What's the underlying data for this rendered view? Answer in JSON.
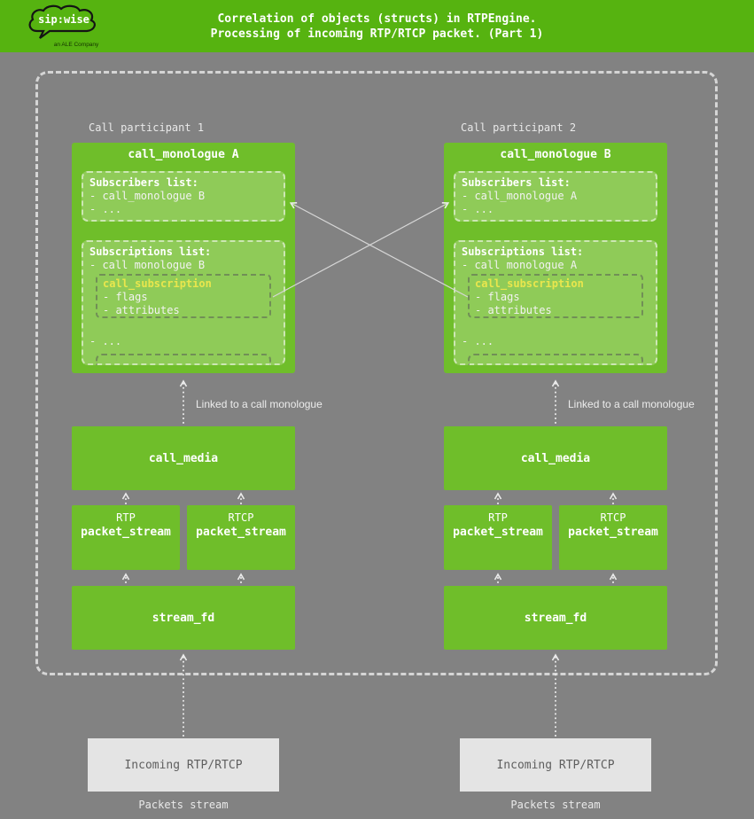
{
  "header": {
    "title_line1": "Correlation of objects (structs) in RTPEngine.",
    "title_line2": "Processing of incoming RTP/RTCP packet. (Part 1)",
    "logo_text": "sip:wise",
    "logo_subtext": "an ALE Company"
  },
  "colors": {
    "header_green": "#56b310",
    "box_green": "#6fbe2a",
    "inner_green": "#8fcb58",
    "subscription_yellow": "#e9e64d",
    "background_gray": "#828282",
    "incoming_gray": "#e4e4e4"
  },
  "participants": [
    {
      "label": "Call participant 1",
      "monologue_title": "call_monologue A",
      "subscribers": {
        "title": "Subscribers list:",
        "items": [
          "- call_monologue B",
          "- ..."
        ]
      },
      "subscriptions": {
        "title": "Subscriptions list:",
        "items": [
          "- call monologue B"
        ],
        "subscription": {
          "title": "call_subscription",
          "items": [
            "- flags",
            "- attributes"
          ]
        },
        "ellipsis": "- ..."
      },
      "linked_label": "Linked to a call monologue",
      "media_label": "call_media",
      "streams": [
        {
          "type": "RTP",
          "label": "packet_stream"
        },
        {
          "type": "RTCP",
          "label": "packet_stream"
        }
      ],
      "stream_fd_label": "stream_fd",
      "incoming_label": "Incoming RTP/RTCP",
      "packets_label": "Packets stream"
    },
    {
      "label": "Call participant 2",
      "monologue_title": "call_monologue B",
      "subscribers": {
        "title": "Subscribers list:",
        "items": [
          "- call_monologue A",
          "- ..."
        ]
      },
      "subscriptions": {
        "title": "Subscriptions list:",
        "items": [
          "- call monologue A"
        ],
        "subscription": {
          "title": "call_subscription",
          "items": [
            "- flags",
            "- attributes"
          ]
        },
        "ellipsis": "- ..."
      },
      "linked_label": "Linked to a call monologue",
      "media_label": "call_media",
      "streams": [
        {
          "type": "RTP",
          "label": "packet_stream"
        },
        {
          "type": "RTCP",
          "label": "packet_stream"
        }
      ],
      "stream_fd_label": "stream_fd",
      "incoming_label": "Incoming RTP/RTCP",
      "packets_label": "Packets stream"
    }
  ]
}
